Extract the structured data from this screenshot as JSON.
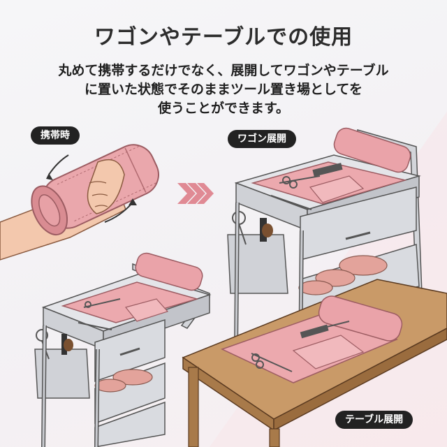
{
  "title": "ワゴンやテーブルでの使用",
  "description": [
    "丸めて携帯するだけでなく、展開してワゴンやテーブル",
    "に置いた状態でそのままツール置き場としてを",
    "使うことができます。"
  ],
  "labels": {
    "carry": "携帯時",
    "wagon": "ワゴン展開",
    "table": "テーブル展開"
  },
  "colors": {
    "pink": "#e8a7ac",
    "pink_dark": "#b56f75",
    "cart_gray": "#c9cbd0",
    "wood": "#b98a5a"
  }
}
